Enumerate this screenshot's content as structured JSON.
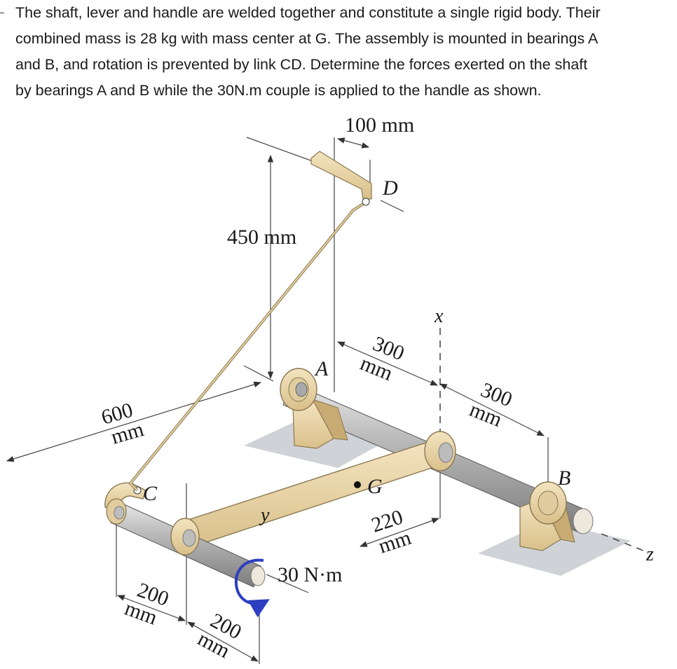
{
  "problem": {
    "lines": [
      "The shaft, lever and handle are welded together and constitute a single rigid body. Their",
      "combined mass is 28 kg with mass center at G. The assembly is mounted in bearings A",
      "and  B, and rotation is prevented by link CD. Determine the forces exerted on the shaft",
      "by bearings A and B while the 30N.m couple is applied to the handle as shown."
    ]
  },
  "figure": {
    "labels": {
      "dim_100": "100 mm",
      "point_D": "D",
      "dim_450": "450 mm",
      "axis_x": "x",
      "dim_300a_num": "300",
      "dim_300a_unit": "mm",
      "point_A": "A",
      "dim_300b_num": "300",
      "dim_300b_unit": "mm",
      "dim_600_num": "600",
      "dim_600_unit": "mm",
      "point_C": "C",
      "point_G": "G",
      "point_B": "B",
      "axis_y": "y",
      "dim_220_num": "220",
      "dim_220_unit": "mm",
      "couple": "30 N·m",
      "axis_z": "z",
      "dim_200a_num": "200",
      "dim_200a_unit": "mm",
      "dim_200b_num": "200",
      "dim_200b_unit": "mm"
    },
    "colors": {
      "body": "#e8d3a4",
      "body_stroke": "#8a7650",
      "shaft": "#9a9a9a",
      "shadow": "#c9ccd1",
      "couple_arrow": "#2b3fc0"
    }
  }
}
